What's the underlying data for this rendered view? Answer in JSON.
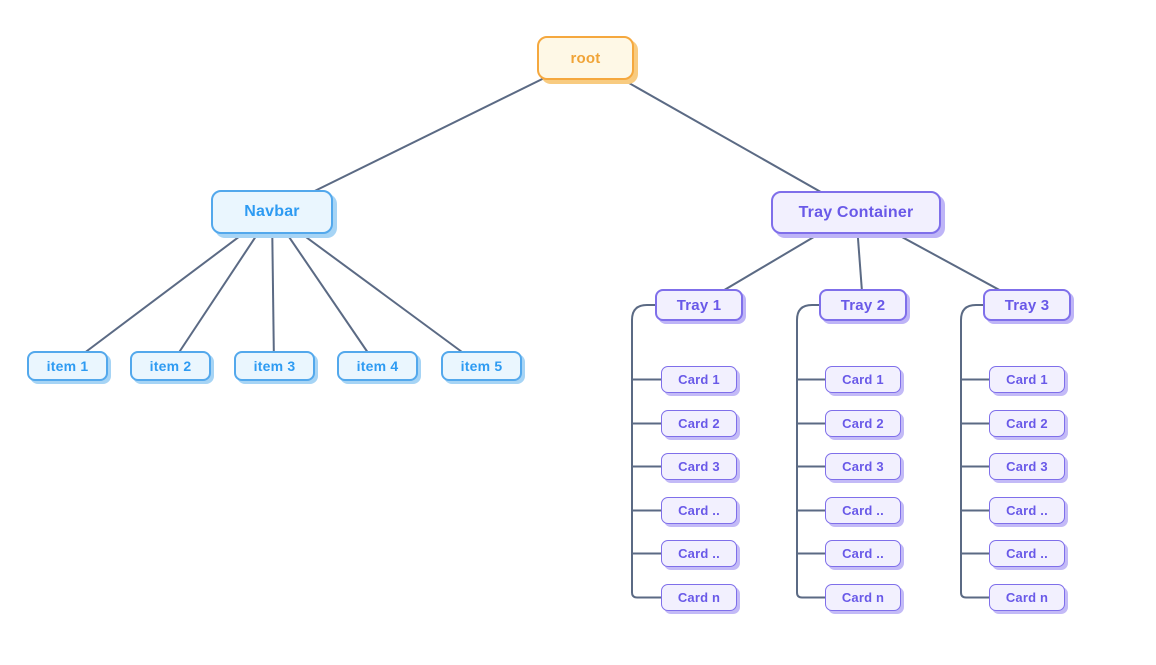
{
  "diagram": {
    "root": {
      "label": "root"
    },
    "navbar": {
      "label": "Navbar",
      "items": [
        {
          "label": "item 1"
        },
        {
          "label": "item 2"
        },
        {
          "label": "item 3"
        },
        {
          "label": "item 4"
        },
        {
          "label": "item 5"
        }
      ]
    },
    "tray_container": {
      "label": "Tray Container",
      "trays": [
        {
          "label": "Tray 1",
          "cards": [
            {
              "label": "Card 1"
            },
            {
              "label": "Card 2"
            },
            {
              "label": "Card 3"
            },
            {
              "label": "Card .."
            },
            {
              "label": "Card .."
            },
            {
              "label": "Card n"
            }
          ]
        },
        {
          "label": "Tray 2",
          "cards": [
            {
              "label": "Card 1"
            },
            {
              "label": "Card 2"
            },
            {
              "label": "Card 3"
            },
            {
              "label": "Card .."
            },
            {
              "label": "Card .."
            },
            {
              "label": "Card n"
            }
          ]
        },
        {
          "label": "Tray 3",
          "cards": [
            {
              "label": "Card 1"
            },
            {
              "label": "Card 2"
            },
            {
              "label": "Card 3"
            },
            {
              "label": "Card .."
            },
            {
              "label": "Card .."
            },
            {
              "label": "Card n"
            }
          ]
        }
      ]
    },
    "colors": {
      "root_border": "#f5a83e",
      "root_fill": "#fef8e6",
      "root_text": "#f0a437",
      "root_shadow": "#f8cb80",
      "blue_border": "#53a8ec",
      "blue_fill": "#eaf6fe",
      "blue_text": "#2e9bf2",
      "blue_shadow": "#a6d4f5",
      "purple_border": "#7f6fea",
      "purple_fill": "#f2f0fe",
      "purple_text": "#6959e8",
      "purple_shadow": "#beb4f7",
      "edge_stroke": "#5b6a84",
      "background": "#ffffff"
    }
  }
}
